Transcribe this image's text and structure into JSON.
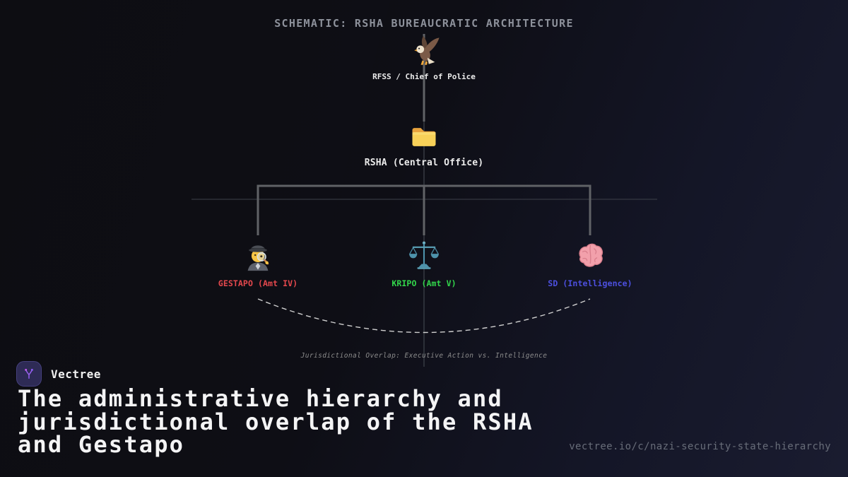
{
  "schematic": {
    "title": "SCHEMATIC: RSHA BUREAUCRATIC ARCHITECTURE",
    "root": {
      "icon": "eagle-icon",
      "label": "RFSS / Chief of Police"
    },
    "central": {
      "icon": "folder-icon",
      "label": "RSHA (Central Office)"
    },
    "branches": [
      {
        "icon": "detective-icon",
        "label": "GESTAPO (Amt IV)",
        "color": "#e5484d"
      },
      {
        "icon": "scales-icon",
        "label": "KRIPO (Amt V)",
        "color": "#32d74b"
      },
      {
        "icon": "brain-icon",
        "label": "SD (Intelligence)",
        "color": "#4d50e0"
      }
    ],
    "overlap_note": "Jurisdictional Overlap: Executive Action vs. Intelligence"
  },
  "footer": {
    "brand": "Vectree",
    "headline": "The administrative hierarchy and jurisdictional overlap of the RSHA and Gestapo",
    "url": "vectree.io/c/nazi-security-state-hierarchy"
  },
  "colors": {
    "background_start": "#0d0d12",
    "background_end": "#1a1c30",
    "title_gray": "#8d919b",
    "connector_gray": "#606266",
    "faint_line": "#363a42",
    "arc_white": "#d0d0d0",
    "gestapo_red": "#e5484d",
    "kripo_green": "#32d74b",
    "sd_blue": "#4d50e0",
    "brand_purple": "#9a63f0"
  }
}
